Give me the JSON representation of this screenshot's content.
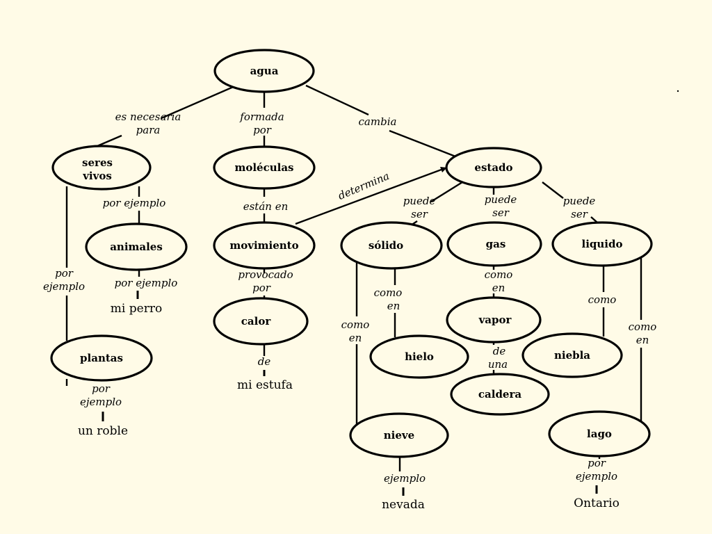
{
  "nodes": {
    "agua": "agua",
    "seres_vivos_1": "seres",
    "seres_vivos_2": "vivos",
    "moleculas": "moléculas",
    "estado": "estado",
    "animales": "animales",
    "movimiento": "movimiento",
    "solido": "sólido",
    "gas": "gas",
    "liquido": "liquido",
    "calor": "calor",
    "vapor": "vapor",
    "hielo": "hielo",
    "niebla": "niebla",
    "plantas": "plantas",
    "caldera": "caldera",
    "nieve": "nieve",
    "lago": "lago"
  },
  "links": {
    "es_necesaria_1": "es necesaria",
    "es_necesaria_2": "para",
    "formada_1": "formada",
    "formada_2": "por",
    "cambia": "cambia",
    "por_ejemplo_animales": "por  ejemplo",
    "por_ejemplo_plantas_1": "por",
    "por_ejemplo_plantas_2": "ejemplo",
    "estan_en": "están  en",
    "determina": "determina",
    "puede_ser_solido_1": "puede",
    "puede_ser_solido_2": "ser",
    "puede_ser_gas_1": "puede",
    "puede_ser_gas_2": "ser",
    "puede_ser_liquido_1": "puede",
    "puede_ser_liquido_2": "ser",
    "por_ejemplo_perro": "por  ejemplo",
    "provocado_1": "provocado",
    "provocado_2": "por",
    "como_en_hielo_1": "como",
    "como_en_hielo_2": "en",
    "como_en_vapor_1": "como",
    "como_en_vapor_2": "en",
    "como_niebla": "como",
    "como_en_nieve_1": "como",
    "como_en_nieve_2": "en",
    "como_en_lago_1": "como",
    "como_en_lago_2": "en",
    "de_estufa": "de",
    "de_una_1": "de",
    "de_una_2": "una",
    "por_ejemplo_roble_1": "por",
    "por_ejemplo_roble_2": "ejemplo",
    "ejemplo_nevada": "ejemplo",
    "por_ejemplo_ontario_1": "por",
    "por_ejemplo_ontario_2": "ejemplo"
  },
  "examples": {
    "mi_perro": "mi perro",
    "mi_estufa": "mi estufa",
    "un_roble": "un roble",
    "nevada": "nevada",
    "ontario": "Ontario"
  }
}
